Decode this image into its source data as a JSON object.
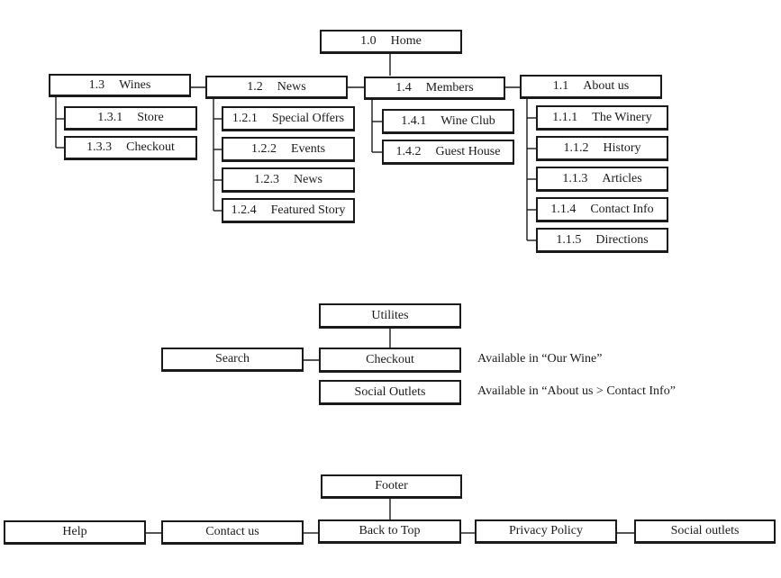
{
  "sitemap": {
    "home": {
      "number": "1.0",
      "label": "Home"
    },
    "wines": {
      "number": "1.3",
      "label": "Wines",
      "children": [
        {
          "number": "1.3.1",
          "label": "Store"
        },
        {
          "number": "1.3.3",
          "label": "Checkout"
        }
      ]
    },
    "news": {
      "number": "1.2",
      "label": "News",
      "children": [
        {
          "number": "1.2.1",
          "label": "Special Offers"
        },
        {
          "number": "1.2.2",
          "label": "Events"
        },
        {
          "number": "1.2.3",
          "label": "News"
        },
        {
          "number": "1.2.4",
          "label": "Featured Story"
        }
      ]
    },
    "members": {
      "number": "1.4",
      "label": "Members",
      "children": [
        {
          "number": "1.4.1",
          "label": "Wine Club"
        },
        {
          "number": "1.4.2",
          "label": "Guest House"
        }
      ]
    },
    "about": {
      "number": "1.1",
      "label": "About us",
      "children": [
        {
          "number": "1.1.1",
          "label": "The Winery"
        },
        {
          "number": "1.1.2",
          "label": "History"
        },
        {
          "number": "1.1.3",
          "label": "Articles"
        },
        {
          "number": "1.1.4",
          "label": "Contact Info"
        },
        {
          "number": "1.1.5",
          "label": "Directions"
        }
      ]
    }
  },
  "utilities": {
    "title": "Utilites",
    "search": "Search",
    "checkout": "Checkout",
    "social": "Social Outlets",
    "checkout_note": "Available in “Our Wine”",
    "social_note": "Available in “About us > Contact Info”"
  },
  "footer": {
    "title": "Footer",
    "items": [
      "Help",
      "Contact us",
      "Back to Top",
      "Privacy Policy",
      "Social outlets"
    ]
  }
}
